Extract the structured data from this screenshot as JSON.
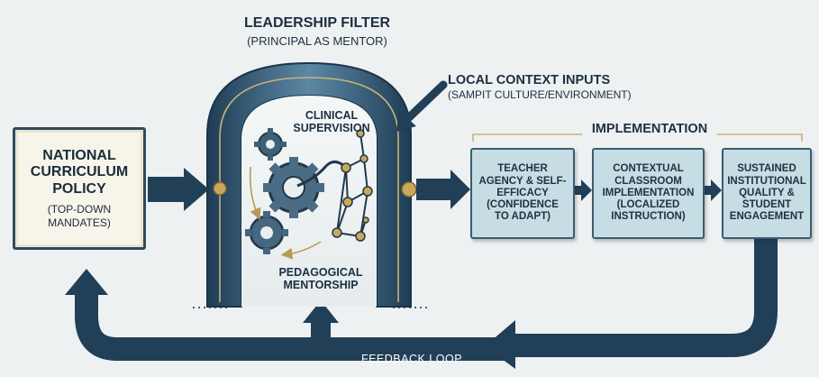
{
  "header": {
    "title": "LEADERSHIP FILTER",
    "subtitle": "(PRINCIPAL AS MENTOR)"
  },
  "local_context": {
    "title": "LOCAL CONTEXT INPUTS",
    "subtitle": "(SAMPIT CULTURE/ENVIRONMENT)"
  },
  "national": {
    "title": "NATIONAL CURRICULUM POLICY",
    "subtitle": "(TOP-DOWN MANDATES)"
  },
  "arch": {
    "top_label": "CLINICAL SUPERVISION",
    "bottom_label": "PEDAGOGICAL MENTORSHIP"
  },
  "implementation": {
    "title": "IMPLEMENTATION",
    "steps": [
      "TEACHER AGENCY & SELF-EFFICACY (CONFIDENCE TO ADAPT)",
      "CONTEXTUAL CLASSROOM IMPLEMENTATION (LOCALIZED INSTRUCTION)",
      "SUSTAINED INSTITUTIONAL QUALITY & STUDENT ENGAGEMENT"
    ]
  },
  "feedback": {
    "label": "FEEDBACK LOOP"
  },
  "colors": {
    "navy": "#213f57",
    "arch_light": "#5e8aa6",
    "gold": "#b89a55",
    "step_fill": "#c6dde4",
    "box_fill": "#f7f5ea"
  }
}
